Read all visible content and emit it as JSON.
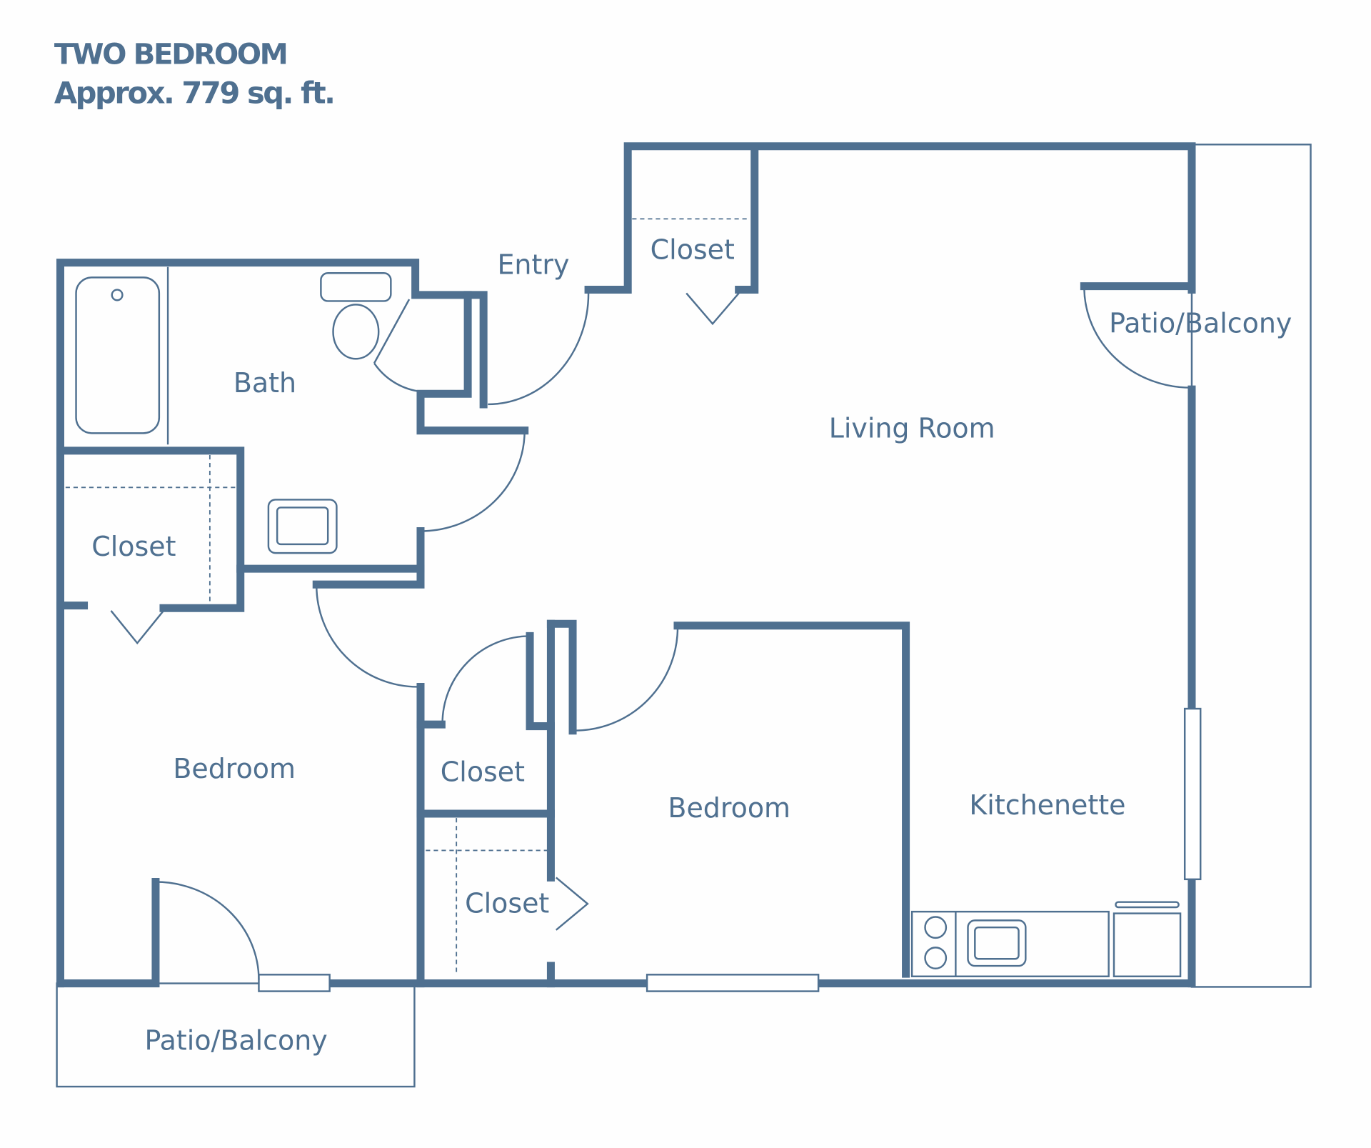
{
  "header": {
    "title": "TWO BEDROOM",
    "area": "Approx. 779 sq. ft."
  },
  "rooms": {
    "entry": "Entry",
    "entry_closet": "Closet",
    "bath": "Bath",
    "bath_closet": "Closet",
    "living_room": "Living Room",
    "patio_right": "Patio/Balcony",
    "bedroom_left": "Bedroom",
    "closet_mid": "Closet",
    "closet_lower": "Closet",
    "bedroom_right": "Bedroom",
    "kitchenette": "Kitchenette",
    "patio_bottom": "Patio/Balcony"
  },
  "colors": {
    "wall": "#4f7090",
    "background": "#fefefe"
  }
}
